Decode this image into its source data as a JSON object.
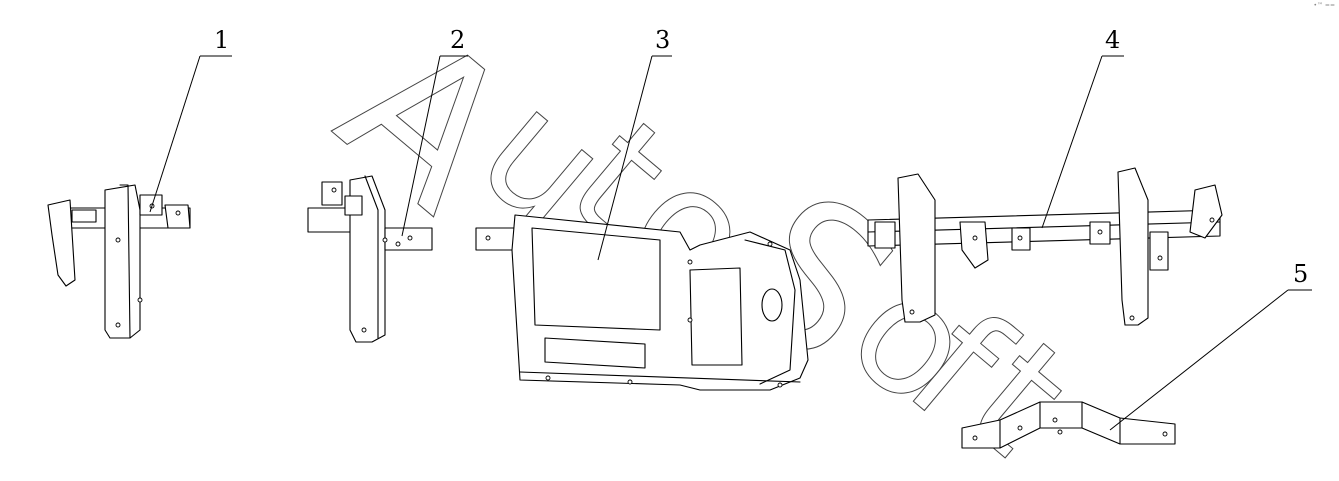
{
  "watermark": {
    "text": "AutoSoft"
  },
  "corner_mark": "•™ ==",
  "callouts": [
    {
      "number": "1"
    },
    {
      "number": "2"
    },
    {
      "number": "3"
    },
    {
      "number": "4"
    },
    {
      "number": "5"
    }
  ]
}
